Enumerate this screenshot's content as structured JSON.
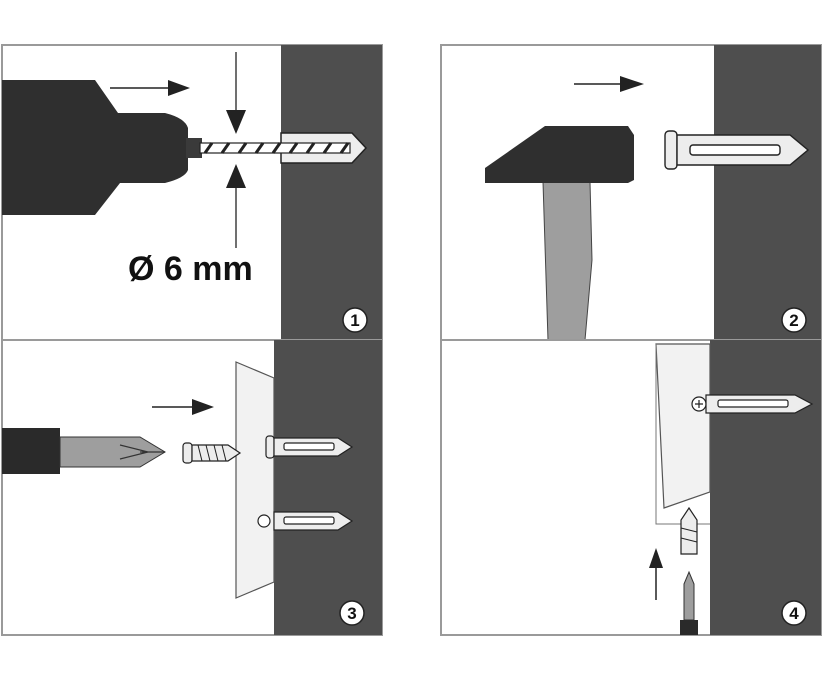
{
  "panels": [
    {
      "step": "1",
      "tool": "drill-icon",
      "annotation": "Ø 6 mm"
    },
    {
      "step": "2",
      "tool": "hammer-icon"
    },
    {
      "step": "3",
      "tool": "screwdriver-icon"
    },
    {
      "step": "4",
      "tool": "screwdriver-icon"
    }
  ],
  "colors": {
    "wall": "#4e4e4e",
    "tool_dark": "#2f2f2f",
    "panel_border": "#9a9a9a",
    "plug": "#e8e8e8"
  }
}
